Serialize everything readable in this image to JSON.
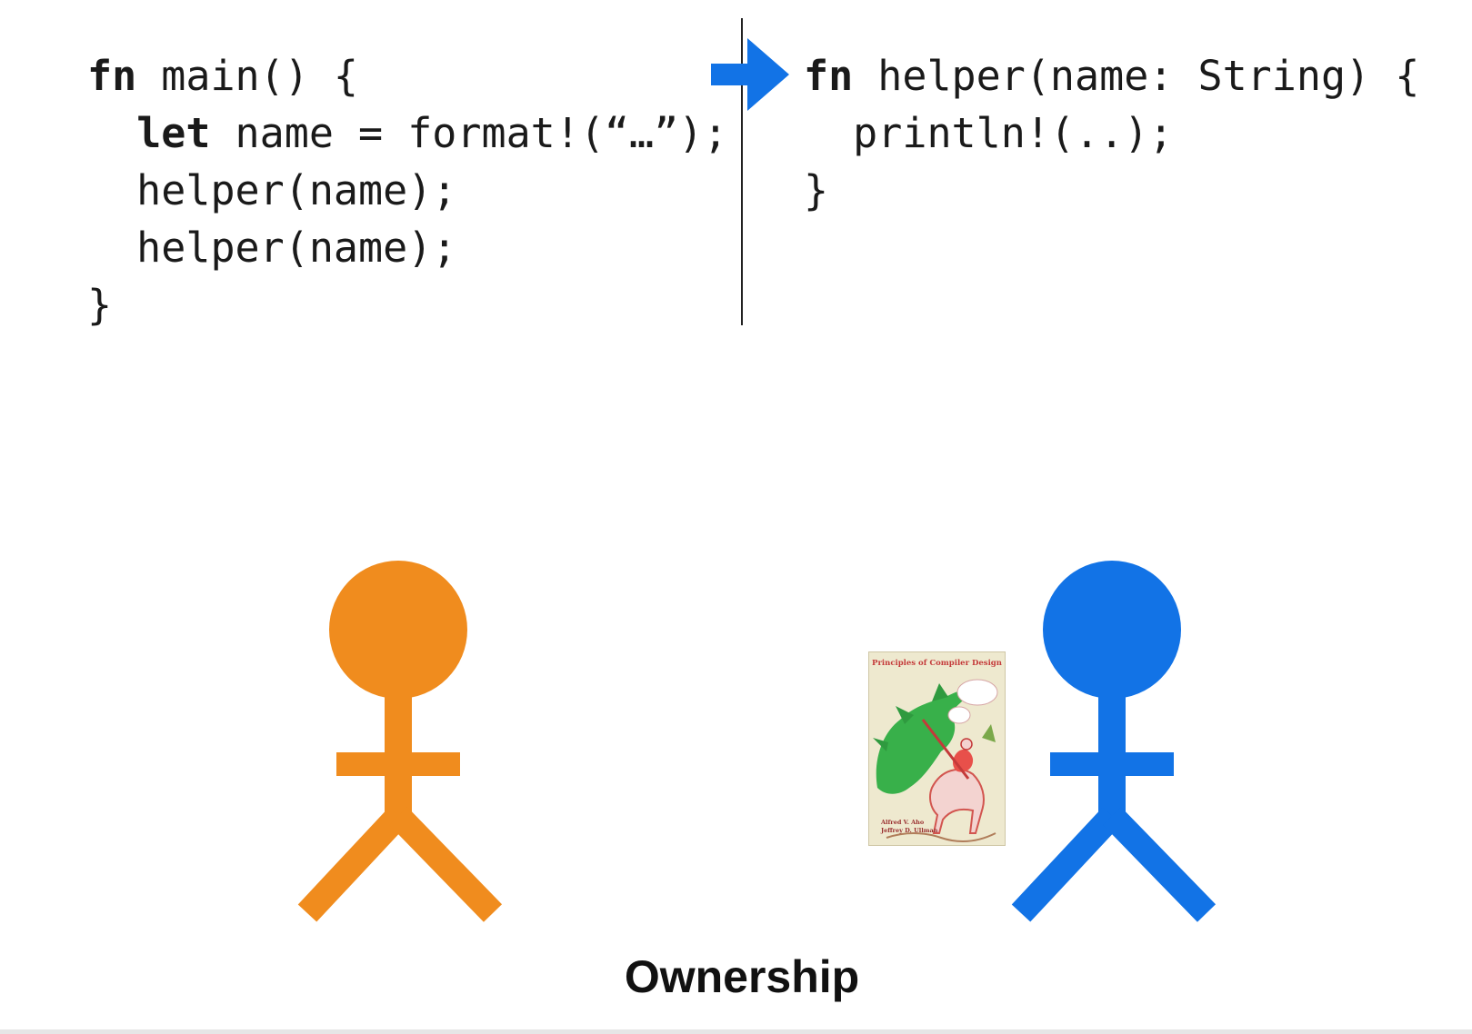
{
  "code_left": {
    "lines": [
      [
        {
          "t": "fn",
          "kw": true
        },
        {
          "t": " main() {",
          "kw": false
        }
      ],
      [
        {
          "t": "  ",
          "kw": false
        },
        {
          "t": "let",
          "kw": true
        },
        {
          "t": " name = format!(“…”);",
          "kw": false
        }
      ],
      [
        {
          "t": "  helper(name);",
          "kw": false
        }
      ],
      [
        {
          "t": "  helper(name);",
          "kw": false
        }
      ],
      [
        {
          "t": "}",
          "kw": false
        }
      ]
    ]
  },
  "code_right": {
    "lines": [
      [
        {
          "t": "fn",
          "kw": true
        },
        {
          "t": " helper(name: String) {",
          "kw": false
        }
      ],
      [
        {
          "t": "  println!(..);",
          "kw": false
        }
      ],
      [
        {
          "t": "}",
          "kw": false
        }
      ]
    ]
  },
  "arrow": {
    "icon": "arrow-right-icon",
    "color": "#1273e6"
  },
  "people": {
    "left_color": "#f08c1e",
    "right_color": "#1273e6"
  },
  "book": {
    "title": "Principles of Compiler Design",
    "author1": "Alfred V. Aho",
    "author2": "Jeffrey D. Ullman"
  },
  "caption": "Ownership"
}
